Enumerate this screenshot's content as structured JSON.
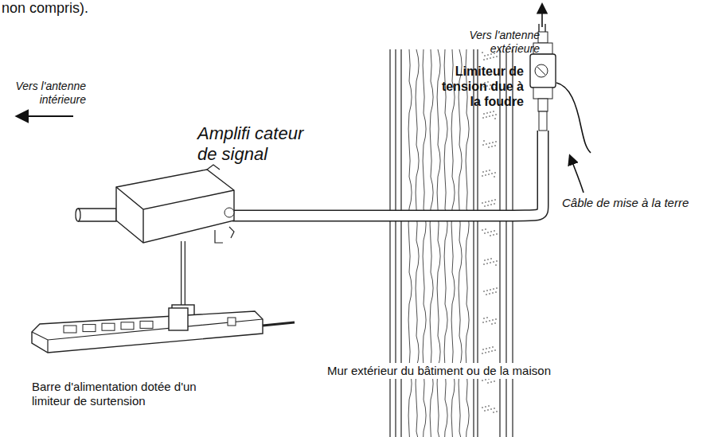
{
  "diagram": {
    "nodes": [
      {
        "text": [
          "Amplifi cateur de signal"
        ]
      },
      {
        "text": [
          "Limiteur de tension due à la foudre"
        ]
      },
      {
        "text": [
          "Barre d'alimentation dotée d'un limiteur de surtension"
        ]
      }
    ],
    "edges": [
      {
        "from": 1,
        "to": 0,
        "arrow": "none"
      },
      {
        "from": 0,
        "to": 2,
        "arrow": "none"
      }
    ],
    "labels": [
      "non compris).",
      "Vers l'antenne intérieure",
      "Vers l'antenne extérieure",
      "Câble de mise à la terre",
      "Mur extérieur du bâtiment ou de la maison"
    ]
  }
}
